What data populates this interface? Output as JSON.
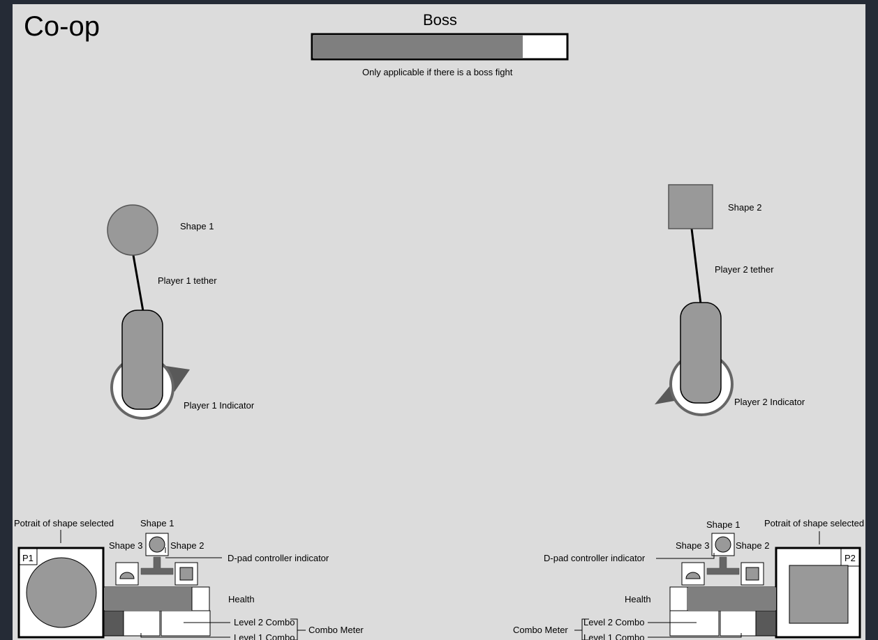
{
  "title": "Co-op",
  "boss": {
    "label": "Boss",
    "note": "Only applicable if there is a boss fight",
    "health_fraction": 0.83
  },
  "players": [
    {
      "tag": "P1",
      "shape_label": "Shape 1",
      "tether_label": "Player 1 tether",
      "indicator_label": "Player 1 Indicator",
      "hud": {
        "portrait_label": "Potrait of shape selected",
        "dpad_shape_up": "Shape 1",
        "dpad_shape_left": "Shape 3",
        "dpad_shape_right": "Shape 2",
        "dpad_label": "D-pad controller indicator",
        "health_label": "Health",
        "health_fraction": 0.83,
        "level2_label": "Level 2 Combo",
        "level1_label": "Level 1 Combo",
        "combo_label": "Combo Meter"
      }
    },
    {
      "tag": "P2",
      "shape_label": "Shape 2",
      "tether_label": "Player 2 tether",
      "indicator_label": "Player 2 Indicator",
      "hud": {
        "portrait_label": "Potrait of shape selected",
        "dpad_shape_up": "Shape 1",
        "dpad_shape_left": "Shape 3",
        "dpad_shape_right": "Shape 2",
        "dpad_label": "D-pad controller indicator",
        "health_label": "Health",
        "health_fraction": 0.83,
        "level2_label": "Level 2 Combo",
        "level1_label": "Level 1 Combo",
        "combo_label": "Combo Meter"
      }
    }
  ],
  "colors": {
    "frame": "#252b36",
    "canvas": "#dcdcdc",
    "shape_fill": "#999999",
    "bar_fill": "#7f7f7f",
    "dark_fill": "#595959",
    "white": "#ffffff",
    "outline": "#000000"
  }
}
